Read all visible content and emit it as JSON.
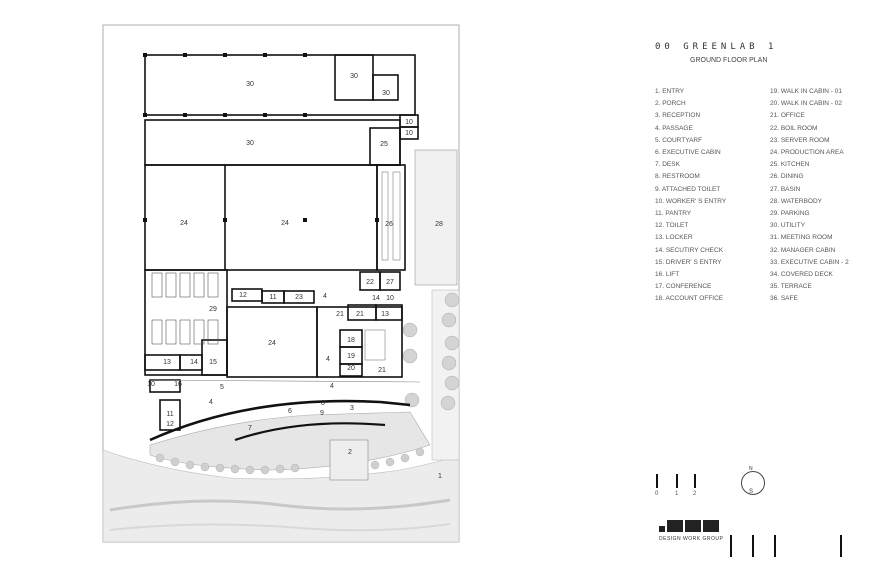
{
  "header": {
    "title": "00 GREENLAB 1",
    "subtitle": "GROUND FLOOR PLAN"
  },
  "legend_left": [
    "1.  ENTRY",
    "2.  PORCH",
    "3.  RECEPTION",
    "4.  PASSAGE",
    "5.  COURTYARF",
    "6.  EXECUTIVE CABIN",
    "7.  DESK",
    "8.  RESTROOM",
    "9.  ATTACHED TOILET",
    "10. WORKER' S ENTRY",
    "11. PANTRY",
    "12. TOILET",
    "13. LOCKER",
    "14. SECUTIRY CHECK",
    "15. DRIVER' S ENTRY",
    "16. LIFT",
    "17. CONFERENCE",
    "18. ACCOUNT OFFICE"
  ],
  "legend_right": [
    "19. WALK IN CABIN - 01",
    "20. WALK IN CABIN - 02",
    "21. OFFICE",
    "22. BOIL ROOM",
    "23. SERVER ROOM",
    "24. PRODUCTION AREA",
    "25. KITCHEN",
    "26. DINING",
    "27. BASIN",
    "28. WATERBODY",
    "29. PARKING",
    "30. UTILITY",
    "31. MEETING ROOM",
    "32. MANAGER CABIN",
    "33. EXECUTIVE CABIN - 2",
    "34. COVERED DECK",
    "35. TERRACE",
    "36. SAFE"
  ],
  "room_labels": {
    "r30a": "30",
    "r30b": "30",
    "r30c": "30",
    "r30d": "30",
    "r10a": "10",
    "r10b": "10",
    "r25": "25",
    "r24a": "24",
    "r24b": "24",
    "r26": "26",
    "r28": "28",
    "r22": "22",
    "r27": "27",
    "r14a": "14",
    "r10c": "10",
    "r29": "29",
    "r12": "12",
    "r11a": "11",
    "r23": "23",
    "r4a": "4",
    "r21a": "21",
    "r21b": "21",
    "r13a": "13",
    "r24c": "24",
    "r18": "18",
    "r19": "19",
    "r20": "20",
    "r4b": "4",
    "r21c": "21",
    "r13b": "13",
    "r14b": "14",
    "r15": "15",
    "r10d": "10",
    "r16": "16",
    "r5": "5",
    "r4c": "4",
    "r4d": "4",
    "r11b": "11",
    "r12b": "12",
    "r6": "6",
    "r7": "7",
    "r8": "8",
    "r9": "9",
    "r3": "3",
    "r2": "2",
    "r1": "1"
  },
  "scale": {
    "labels": [
      "0",
      "1",
      "2"
    ]
  },
  "north": {
    "n": "N",
    "s": "S"
  },
  "logo": {
    "caption": "DESIGN WORK GROUP"
  },
  "colors": {
    "wall": "#111111",
    "landscape": "#d9d9d9",
    "paving": "#eeeeee",
    "line": "#888888"
  }
}
